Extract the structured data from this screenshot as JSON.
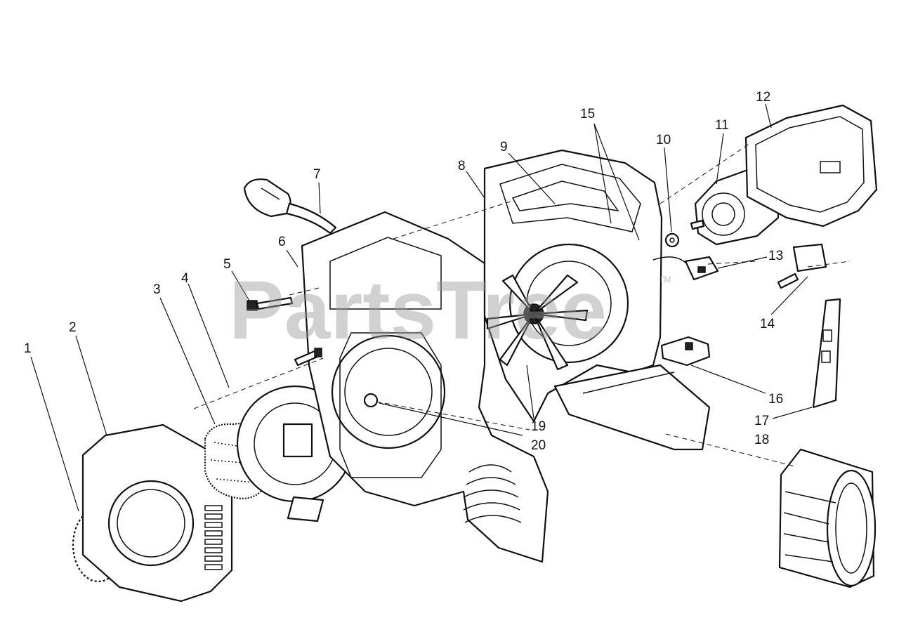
{
  "watermark": {
    "text": "PartsTree",
    "trademark": "TM"
  },
  "callouts": [
    "1",
    "2",
    "3",
    "4",
    "5",
    "6",
    "7",
    "8",
    "9",
    "10",
    "11",
    "12",
    "13",
    "14",
    "15",
    "16",
    "17",
    "18",
    "19",
    "20"
  ],
  "colors": {
    "line": "#111111",
    "paper": "#ffffff",
    "watermark": "#9a9a9a"
  }
}
